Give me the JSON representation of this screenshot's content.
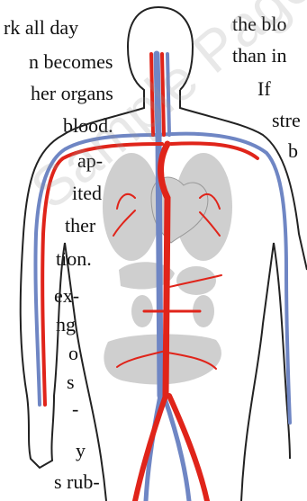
{
  "left_column_lines": [
    "rk all day",
    "n becomes",
    "her organs",
    "blood.",
    "ap-",
    "ited.",
    "ther",
    "tion.",
    "ex-",
    "ng",
    "o",
    "s",
    "-",
    "y",
    "s rub-"
  ],
  "right_column_lines": [
    "the blo",
    "than in",
    "If",
    "stre",
    "b"
  ],
  "watermark_text": "Sample Page",
  "colors": {
    "artery": "#e0241a",
    "vein": "#6f86c4",
    "organ": "#cfcfcf",
    "outline": "#222222"
  }
}
